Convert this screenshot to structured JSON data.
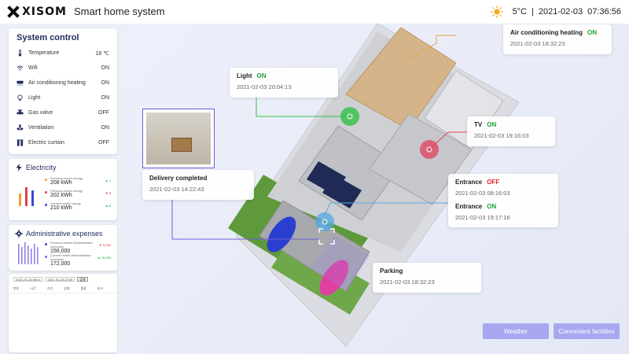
{
  "header": {
    "logo_text": "XISOM",
    "title": "Smart home system",
    "weather_icon": "sun-icon",
    "temperature": "5°C",
    "separator": "|",
    "date": "2021-02-03",
    "time": "07:36:56"
  },
  "system_control": {
    "title": "System control",
    "rows": [
      {
        "icon": "thermometer-icon",
        "label": "Temperature",
        "value": "18 ℃"
      },
      {
        "icon": "wifi-icon",
        "label": "Wifi",
        "value": "ON"
      },
      {
        "icon": "air-conditioner-icon",
        "label": "Air conditioning heating",
        "value": "ON"
      },
      {
        "icon": "light-bulb-icon",
        "label": "Light",
        "value": "ON"
      },
      {
        "icon": "gas-valve-icon",
        "label": "Gas valve",
        "value": "OFF"
      },
      {
        "icon": "fan-icon",
        "label": "Ventilation",
        "value": "ON"
      },
      {
        "icon": "curtain-icon",
        "label": "Electric curtain",
        "value": "OFF"
      }
    ]
  },
  "electricity": {
    "title": "Electricity",
    "items": [
      {
        "caption": "Previous month energy",
        "value": "208 kWh",
        "delta": "▲ 2",
        "color": "#f0a030"
      },
      {
        "caption": "Previous month energy",
        "value": "202 kWh",
        "delta": "▼ 6",
        "color": "#e04050"
      },
      {
        "caption": "Current month energy",
        "value": "210 kWh",
        "delta": "▲ 8",
        "color": "#3a4ad8"
      }
    ]
  },
  "admin_expenses": {
    "title": "Administrative expenses",
    "items": [
      {
        "caption": "Previous month Administrative expenses",
        "value": "156,000",
        "delta": "▼ 6,000",
        "color": "#3a4ad8"
      },
      {
        "caption": "Current month Administrative expenses",
        "value": "172,000",
        "delta": "▲ 16,000",
        "color": "#8a5ae0"
      }
    ]
  },
  "log_table": {
    "start": "2021-01-28 08:00",
    "end": "2021-01-28 23:59",
    "button": "검색",
    "headers": [
      "번호",
      "시간",
      "기기",
      "상태",
      "종류",
      "비고"
    ]
  },
  "callouts": {
    "aircon": {
      "label": "Air conditioning heating",
      "state": "ON",
      "time": "2021-02-03 18:32:23"
    },
    "light": {
      "label": "Light",
      "state": "ON",
      "time": "2021-02-03 20:04:13"
    },
    "tv": {
      "label": "TV",
      "state": "ON",
      "time": "2021-02-03 19:16:03"
    },
    "delivery": {
      "label": "Delivery completed",
      "time": "2021-02-03 14:22:43"
    },
    "entrance": {
      "label1": "Entrance",
      "state1": "OFF",
      "time1": "2021-02-03 08:16:03",
      "label2": "Entrance",
      "state2": "ON",
      "time2": "2021-02-03 19:17:16"
    },
    "parking": {
      "label": "Parking",
      "time": "2021-02-03 18:32:23"
    }
  },
  "buttons": {
    "weather": "Weather",
    "facilities": "Convenient facilities"
  },
  "colors": {
    "accent": "#a9a7f0",
    "on": "#1aa53a",
    "off": "#e0222c",
    "light_marker": "#2fc048",
    "tv_marker": "#e0405c",
    "entrance_marker": "#5aaae0",
    "delivery_line": "#6a5ed8"
  }
}
